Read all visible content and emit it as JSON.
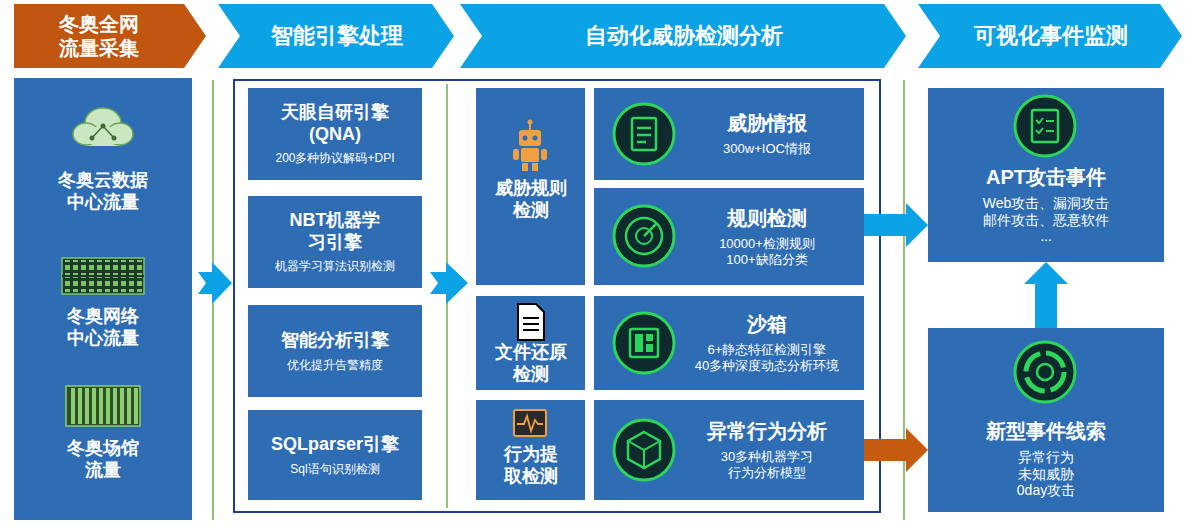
{
  "diagram": {
    "nodes": [
      {
        "text": [
          "冬奥全网 流量采集"
        ]
      },
      {
        "text": [
          "智能引擎处理"
        ]
      },
      {
        "text": [
          "自动化威胁检测分析"
        ]
      },
      {
        "text": [
          "可视化事件监测"
        ]
      },
      {
        "text": [
          "冬奥云数据 中心流量"
        ]
      },
      {
        "text": [
          "冬奥网络 中心流量"
        ]
      },
      {
        "text": [
          "冬奥场馆 流量"
        ]
      },
      {
        "text": [
          "天眼自研引擎 (QNA)",
          "200多种协议解码+DPI"
        ]
      },
      {
        "text": [
          "NBT机器学 习引擎",
          "机器学习算法识别检测"
        ]
      },
      {
        "text": [
          "智能分析引擎",
          "优化提升告警精度"
        ]
      },
      {
        "text": [
          "SQLparser引擎",
          "Sql语句识别检测"
        ]
      },
      {
        "text": [
          "威胁规则 检测"
        ]
      },
      {
        "text": [
          "威胁情报",
          "300w+IOC情报"
        ]
      },
      {
        "text": [
          "规则检测",
          "10000+检测规则 100+缺陷分类"
        ]
      },
      {
        "text": [
          "文件还原 检测"
        ]
      },
      {
        "text": [
          "沙箱",
          "6+静态特征检测引擎 40多种深度动态分析环境"
        ]
      },
      {
        "text": [
          "行为提 取检测"
        ]
      },
      {
        "text": [
          "异常行为分析",
          "30多种机器学习 行为分析模型"
        ]
      },
      {
        "text": [
          "APT攻击事件",
          "Web攻击、漏洞攻击 邮件攻击、恶意软件 ..."
        ]
      },
      {
        "text": [
          "新型事件线索",
          "异常行为 未知威胁 0day攻击"
        ]
      }
    ],
    "edges": [
      {
        "from": 13,
        "to": 18,
        "arrow": "to"
      },
      {
        "from": 17,
        "to": 19,
        "arrow": "to"
      },
      {
        "from": 19,
        "to": 18,
        "arrow": "to"
      }
    ]
  }
}
